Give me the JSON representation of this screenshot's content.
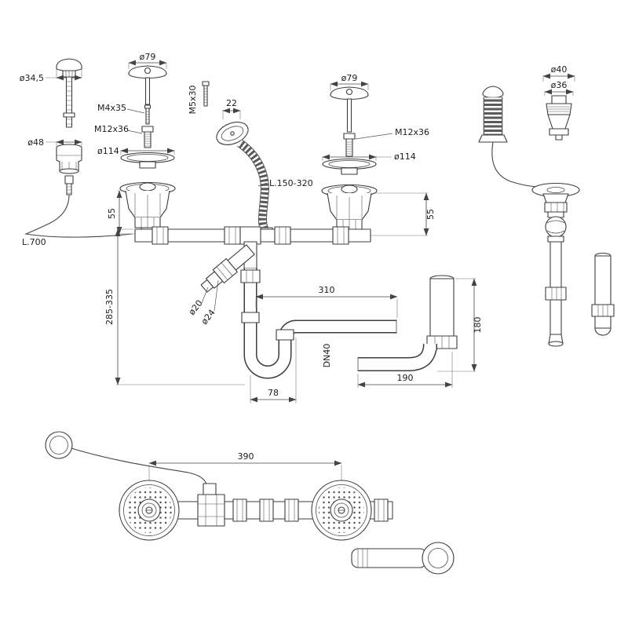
{
  "drawing": {
    "labels": {
      "knob_dia": "ø34,5",
      "body_dia": "ø48",
      "cable_length": "L.700",
      "cap_dia_left": "ø79",
      "screw_m4": "M4x35",
      "screw_m12_left": "M12x36",
      "flange_dia_left": "ø114",
      "height_left": "55",
      "overflow_width": "22",
      "screw_m5": "M5x30",
      "hose_length": "L.150-320",
      "cap_dia_right": "ø79",
      "screw_m12_right": "M12x36",
      "flange_dia_right": "ø114",
      "height_right": "55",
      "head_dia_outer": "ø40",
      "head_dia_inner": "ø36",
      "height_range": "285-335",
      "branch_dia_small": "ø20",
      "branch_dia_large": "ø24",
      "outlet_length": "310",
      "pipe_dn": "DN40",
      "standpipe_height": "180",
      "outlet_bottom_length": "190",
      "trap_offset": "78",
      "bowl_spacing": "390"
    }
  }
}
